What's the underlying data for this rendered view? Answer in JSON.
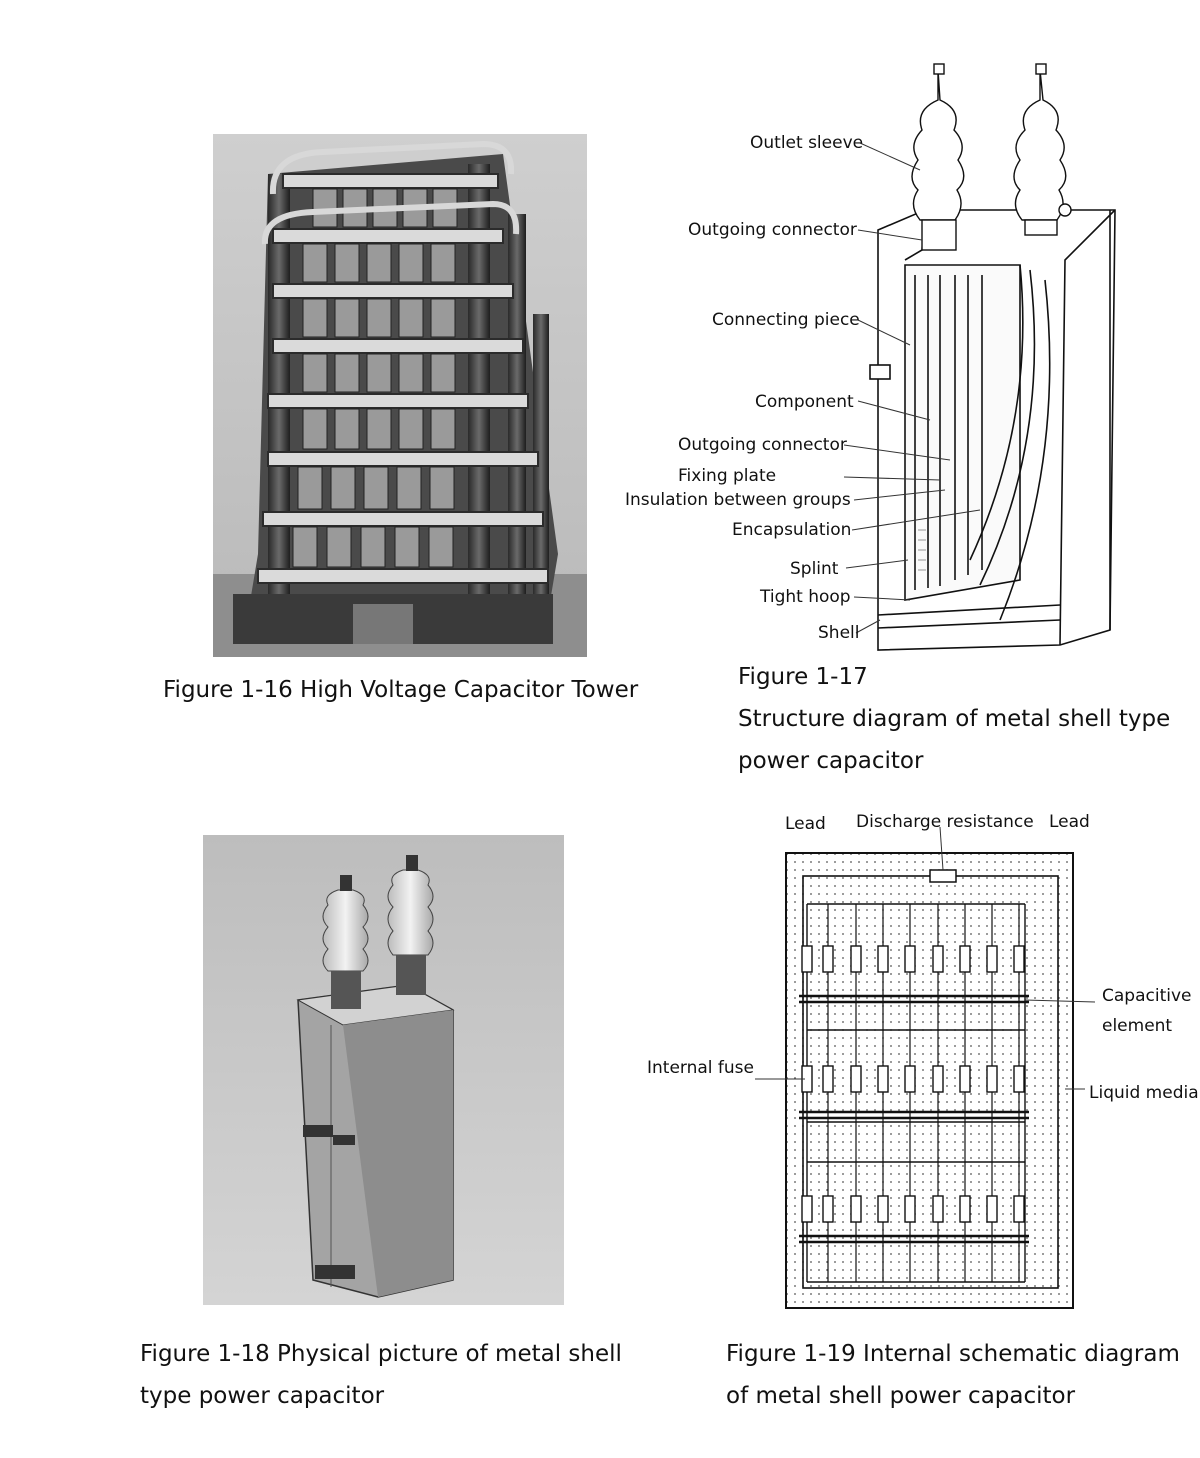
{
  "fig16": {
    "caption": "Figure 1-16 High Voltage Capacitor Tower"
  },
  "fig17": {
    "caption_num": "Figure 1-17",
    "caption_line1": "Structure diagram of metal shell type",
    "caption_line2": "power capacitor",
    "labels": {
      "outlet_sleeve": "Outlet sleeve",
      "outgoing_connector_top": "Outgoing connector",
      "connecting_piece": "Connecting piece",
      "component": "Component",
      "outgoing_connector_mid": "Outgoing connector",
      "fixing_plate": "Fixing plate",
      "insulation_between_groups": "Insulation between groups",
      "encapsulation": "Encapsulation",
      "splint": "Splint",
      "tight_hoop": "Tight hoop",
      "shell": "Shell"
    }
  },
  "fig18": {
    "caption_line1": "Figure 1-18 Physical picture of metal shell",
    "caption_line2": "type power capacitor"
  },
  "fig19": {
    "caption_line1": "Figure 1-19 Internal schematic diagram",
    "caption_line2": "of metal shell power capacitor",
    "labels": {
      "lead_left": "Lead",
      "discharge_resistance": "Discharge resistance",
      "lead_right": "Lead",
      "capacitive_element_1": "Capacitive",
      "capacitive_element_2": "element",
      "internal_fuse": "Internal fuse",
      "liquid_media": "Liquid media"
    }
  }
}
